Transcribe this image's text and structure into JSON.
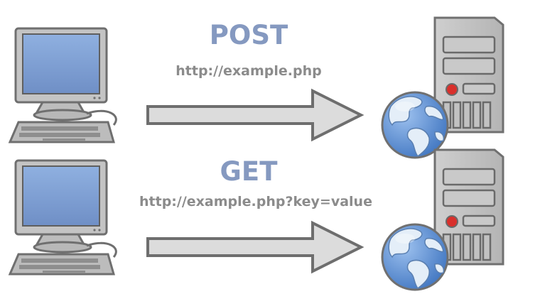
{
  "post": {
    "method": "POST",
    "url": "http://example.php"
  },
  "get": {
    "method": "GET",
    "url": "http://example.php?key=value"
  },
  "colors": {
    "method_text": "#8599c0",
    "url_text": "#8b8b8b",
    "screen": "#7f9fd4",
    "device_gray": "#bdbdbd",
    "device_outline": "#7a7a7a",
    "arrow_fill": "#dcdcdc",
    "arrow_outline": "#6e6e6e",
    "led": "#d9302c",
    "globe_ocean": "#5b8fd4",
    "globe_land": "#e4eef8"
  },
  "icons": [
    "computer-icon",
    "server-icon",
    "globe-icon",
    "arrow-right-icon"
  ]
}
